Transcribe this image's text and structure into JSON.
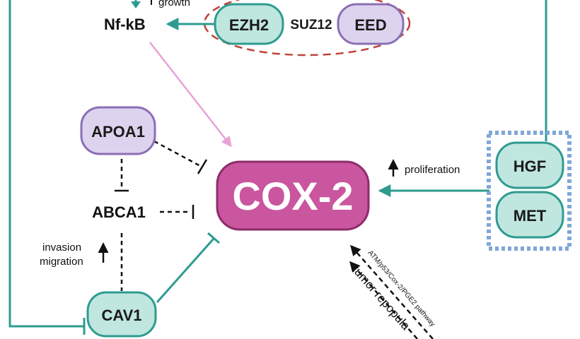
{
  "nodes": {
    "nfkb": "Nf-kB",
    "ezh2": "EZH2",
    "suz12": "SUZ12",
    "eed": "EED",
    "apoa1": "APOA1",
    "abca1": "ABCA1",
    "cox2": "COX-2",
    "cav1": "CAV1",
    "hgf": "HGF",
    "met": "MET"
  },
  "annotations": {
    "growth": "growth",
    "proliferation": "proliferation",
    "invasion": "invasion",
    "migration": "migration",
    "pathway": "ATM/p53/Cox-2/PGE2 pathway",
    "tumor_repop": "tumor repopula"
  },
  "colors": {
    "teal": "#2e9b8f",
    "teal_fill": "#bfe6df",
    "purple_fill": "#ddd3ee",
    "purple_stroke": "#8a6fb5",
    "cox2_fill": "#c9569f",
    "cox2_stroke": "#8e2c6b",
    "pink_arrow": "#e8a3d6",
    "red_dash": "#c0433a",
    "hgf_dots": "#7fa7d8",
    "black": "#111111"
  }
}
